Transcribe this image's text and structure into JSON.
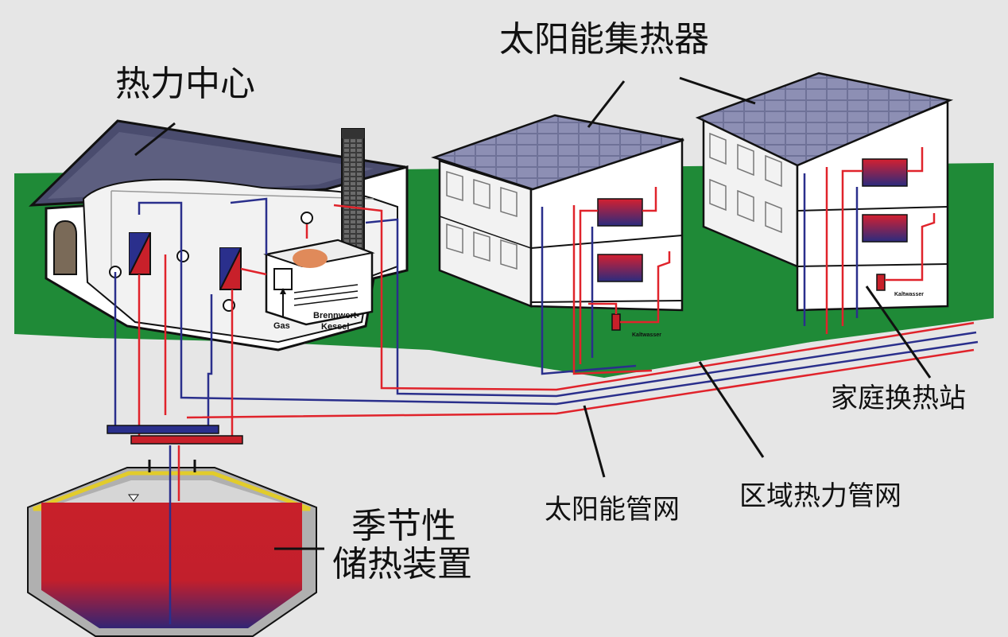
{
  "labels": {
    "heat_center": "热力中心",
    "solar_collector": "太阳能集热器",
    "home_station": "家庭换热站",
    "solar_network": "太阳能管网",
    "district_network": "区域热力管网",
    "seasonal_storage_line1": "季节性",
    "seasonal_storage_line2": "储热装置",
    "gas": "Gas",
    "boiler_line1": "Brennwert-",
    "boiler_line2": "Kessel",
    "cold_water_1": "Kaltwasser",
    "cold_water_2": "Kaltwasser"
  },
  "colors": {
    "background": "#e6e6e6",
    "ground": "#1f8a37",
    "supply_pipe": "#e0232b",
    "return_pipe": "#2a2f8c",
    "collector": "#7a7c9e",
    "tank_fill": "#c8202a",
    "tank_shell": "#b0b0b0",
    "tank_rim": "#e2cc2a"
  }
}
